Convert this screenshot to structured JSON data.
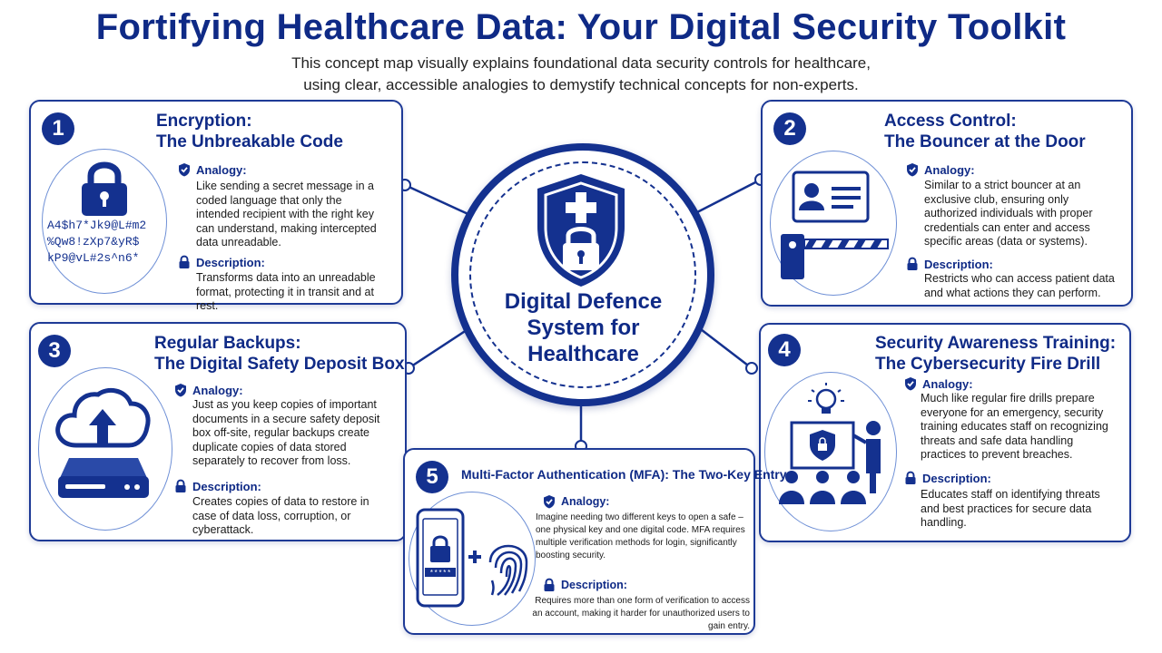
{
  "header": {
    "title": "Fortifying Healthcare Data: Your Digital Security Toolkit",
    "subtitle_line1": "This concept map visually explains foundational data security controls for healthcare,",
    "subtitle_line2": "using clear, accessible analogies to demystify technical concepts for non-experts."
  },
  "center": {
    "label_line1": "Digital Defence",
    "label_line2": "System for",
    "label_line3": "Healthcare"
  },
  "labels": {
    "analogy": "Analogy:",
    "description": "Description:"
  },
  "cards": [
    {
      "number": "1",
      "title_line1": "Encryption:",
      "title_line2": "The Unbreakable Code",
      "analogy": "Like sending a secret message in a coded language that only the intended recipient with the right key can understand, making intercepted data unreadable.",
      "description": "Transforms data into an unreadable format, protecting it in transit and at rest.",
      "cipher_lines": [
        "A4$h7*Jk9@L#m2",
        "%Qw8!zXp7&yR$",
        "kP9@vL#2s^n6*"
      ]
    },
    {
      "number": "2",
      "title_line1": "Access Control:",
      "title_line2": "The Bouncer at the Door",
      "analogy": "Similar to a strict bouncer at an exclusive club, ensuring only authorized individuals with proper credentials can enter and access specific areas (data or systems).",
      "description": "Restricts who can access patient data and what actions they can perform."
    },
    {
      "number": "3",
      "title_line1": "Regular Backups:",
      "title_line2": "The Digital Safety Deposit Box",
      "analogy": "Just as you keep copies of important documents in a secure safety deposit box off-site, regular backups create duplicate copies of data stored separately to recover from loss.",
      "description": "Creates copies of data to restore in case of data loss, corruption, or cyberattack."
    },
    {
      "number": "4",
      "title_line1": "Security Awareness Training:",
      "title_line2": "The Cybersecurity Fire Drill",
      "analogy": "Much like regular fire drills prepare everyone for an emergency, security training educates staff on recognizing threats and safe data handling practices to prevent breaches.",
      "description": "Educates staff on identifying threats and best practices for secure data handling."
    },
    {
      "number": "5",
      "title_line1": "Multi-Factor Authentication (MFA): The Two-Key Entry",
      "analogy": "Imagine needing two different keys to open a safe – one physical key and one digital code. MFA requires multiple verification methods for login, significantly boosting security.",
      "description": "Requires more than one form of verification to access an account, making it harder for unauthorized users to gain entry.",
      "pin_mask": "*****"
    }
  ],
  "colors": {
    "primary": "#14318f",
    "title": "#0f2a86",
    "accent_light": "#6f90d6"
  }
}
